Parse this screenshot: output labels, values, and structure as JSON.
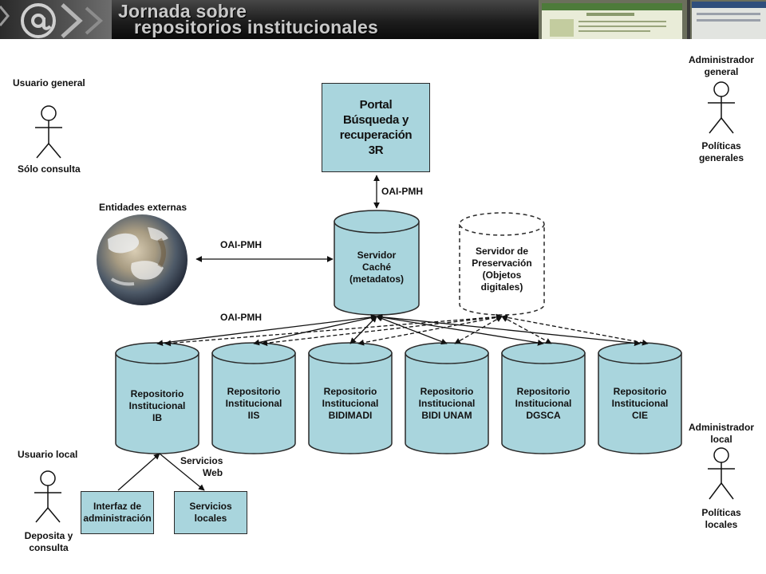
{
  "header": {
    "title_line1": "Jornada sobre",
    "title_line2": "repositorios institucionales"
  },
  "actors": {
    "usuario_general": {
      "title": "Usuario general",
      "caption": "Sólo consulta"
    },
    "administrador_general": {
      "title_line1": "Administrador",
      "title_line2": "general",
      "caption_line1": "Políticas",
      "caption_line2": "generales"
    },
    "usuario_local": {
      "title": "Usuario local",
      "caption_line1": "Deposita y",
      "caption_line2": "consulta"
    },
    "administrador_local": {
      "title_line1": "Administrador",
      "title_line2": "local",
      "caption_line1": "Políticas",
      "caption_line2": "locales"
    }
  },
  "portal": {
    "lines": [
      "Portal",
      "Búsqueda y",
      "recuperación",
      "3R"
    ]
  },
  "servidor_cache": {
    "lines": [
      "Servidor",
      "Caché",
      "(metadatos)"
    ]
  },
  "servidor_preservacion": {
    "lines": [
      "Servidor de",
      "Preservación",
      "(Objetos",
      "digitales)"
    ]
  },
  "entidades_externas": "Entidades externas",
  "protocol_labels": {
    "portal_link": "OAI-PMH",
    "external_link": "OAI-PMH",
    "repos_link": "OAI-PMH"
  },
  "repositories": [
    {
      "line1": "Repositorio",
      "line2": "Institucional",
      "line3": "IB"
    },
    {
      "line1": "Repositorio",
      "line2": "Institucional",
      "line3": "IIS"
    },
    {
      "line1": "Repositorio",
      "line2": "Institucional",
      "line3": "BIDIMADI"
    },
    {
      "line1": "Repositorio",
      "line2": "Institucional",
      "line3": "BIDI UNAM"
    },
    {
      "line1": "Repositorio",
      "line2": "Institucional",
      "line3": "DGSCA"
    },
    {
      "line1": "Repositorio",
      "line2": "Institucional",
      "line3": "CIE"
    }
  ],
  "local": {
    "interfaz": {
      "line1": "Interfaz de",
      "line2": "administración"
    },
    "servicios": {
      "line1": "Servicios",
      "line2": "locales"
    },
    "servicios_web": {
      "line1": "Servicios",
      "line2": "Web"
    }
  },
  "colors": {
    "node_fill": "#a9d5dd",
    "stroke": "#2a2a2a",
    "header_dark": "#1d1d1d"
  },
  "icons": {
    "actor": "stick-figure-icon",
    "globe": "earth-globe-icon",
    "logo": "at-sign-logo-icon"
  }
}
